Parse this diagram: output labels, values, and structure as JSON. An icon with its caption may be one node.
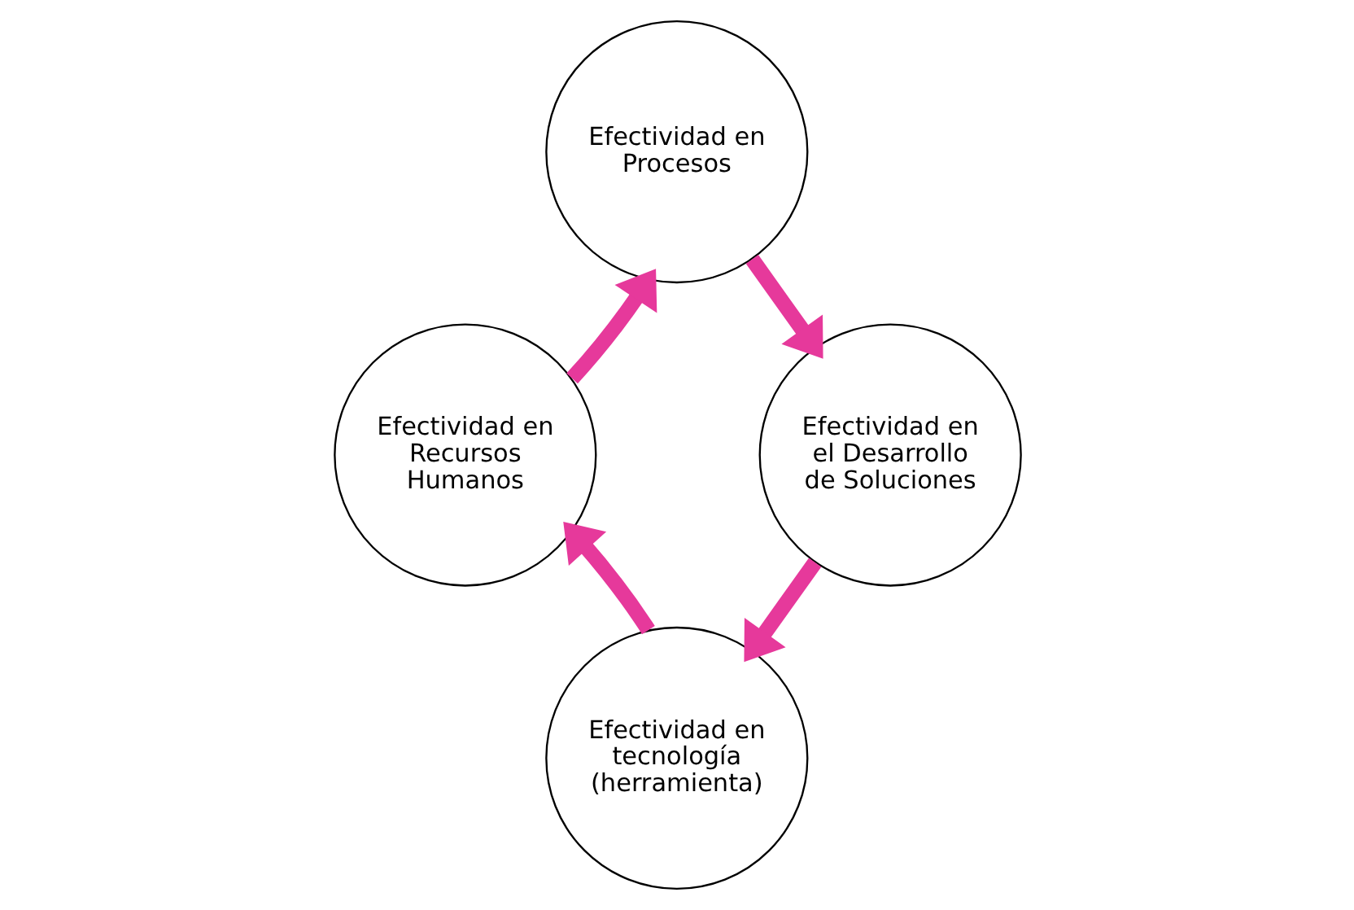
{
  "diagram": {
    "nodes": [
      {
        "text": [
          "Efectividad en Procesos"
        ]
      },
      {
        "text": [
          "Efectividad en Recursos Humanos"
        ]
      },
      {
        "text": [
          "Efectividad en el Desarrollo de Soluciones"
        ]
      },
      {
        "text": [
          "Efectividad en tecnología (herramienta)"
        ]
      }
    ],
    "edges": [
      {
        "from": 1,
        "to": 0,
        "arrow": "to"
      },
      {
        "from": 0,
        "to": 2,
        "arrow": "to"
      },
      {
        "from": 2,
        "to": 3,
        "arrow": "to"
      },
      {
        "from": 3,
        "to": 1,
        "arrow": "to"
      }
    ]
  }
}
